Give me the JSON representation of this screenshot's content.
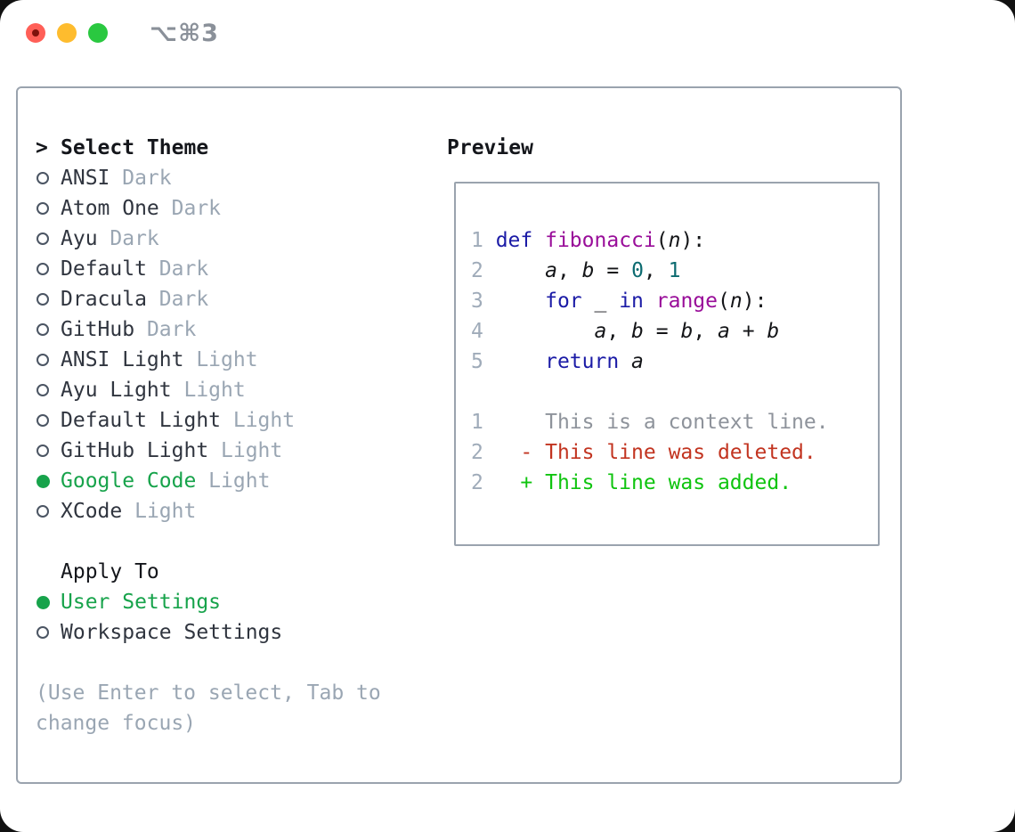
{
  "window": {
    "title": "⌥⌘3",
    "traffic_lights": [
      "close",
      "minimize",
      "zoom"
    ]
  },
  "theme_selector": {
    "title": "Select Theme",
    "cursor": ">",
    "themes": [
      {
        "name": "ANSI",
        "variant": "Dark",
        "selected": false
      },
      {
        "name": "Atom One",
        "variant": "Dark",
        "selected": false
      },
      {
        "name": "Ayu",
        "variant": "Dark",
        "selected": false
      },
      {
        "name": "Default",
        "variant": "Dark",
        "selected": false
      },
      {
        "name": "Dracula",
        "variant": "Dark",
        "selected": false
      },
      {
        "name": "GitHub",
        "variant": "Dark",
        "selected": false
      },
      {
        "name": "ANSI Light",
        "variant": "Light",
        "selected": false
      },
      {
        "name": "Ayu Light",
        "variant": "Light",
        "selected": false
      },
      {
        "name": "Default Light",
        "variant": "Light",
        "selected": false
      },
      {
        "name": "GitHub Light",
        "variant": "Light",
        "selected": false
      },
      {
        "name": "Google Code",
        "variant": "Light",
        "selected": true
      },
      {
        "name": "XCode",
        "variant": "Light",
        "selected": false
      }
    ],
    "apply_to": {
      "title": "Apply To",
      "options": [
        {
          "label": "User Settings",
          "selected": true
        },
        {
          "label": "Workspace Settings",
          "selected": false
        }
      ]
    },
    "hint": "(Use Enter to select, Tab to change focus)"
  },
  "preview": {
    "title": "Preview",
    "code_lines": [
      {
        "num": "1",
        "tokens": [
          {
            "t": "kw",
            "s": "def"
          },
          {
            "t": "plain",
            "s": " "
          },
          {
            "t": "fn",
            "s": "fibonacci"
          },
          {
            "t": "plain",
            "s": "("
          },
          {
            "t": "var",
            "s": "n"
          },
          {
            "t": "plain",
            "s": "):"
          }
        ]
      },
      {
        "num": "2",
        "tokens": [
          {
            "t": "plain",
            "s": "    "
          },
          {
            "t": "var",
            "s": "a"
          },
          {
            "t": "plain",
            "s": ", "
          },
          {
            "t": "var",
            "s": "b"
          },
          {
            "t": "plain",
            "s": " = "
          },
          {
            "t": "num",
            "s": "0"
          },
          {
            "t": "plain",
            "s": ", "
          },
          {
            "t": "num",
            "s": "1"
          }
        ]
      },
      {
        "num": "3",
        "tokens": [
          {
            "t": "plain",
            "s": "    "
          },
          {
            "t": "kw",
            "s": "for"
          },
          {
            "t": "plain",
            "s": " _ "
          },
          {
            "t": "kw",
            "s": "in"
          },
          {
            "t": "plain",
            "s": " "
          },
          {
            "t": "fn",
            "s": "range"
          },
          {
            "t": "plain",
            "s": "("
          },
          {
            "t": "var",
            "s": "n"
          },
          {
            "t": "plain",
            "s": "):"
          }
        ]
      },
      {
        "num": "4",
        "tokens": [
          {
            "t": "plain",
            "s": "        "
          },
          {
            "t": "var",
            "s": "a"
          },
          {
            "t": "plain",
            "s": ", "
          },
          {
            "t": "var",
            "s": "b"
          },
          {
            "t": "plain",
            "s": " = "
          },
          {
            "t": "var",
            "s": "b"
          },
          {
            "t": "plain",
            "s": ", "
          },
          {
            "t": "var",
            "s": "a"
          },
          {
            "t": "plain",
            "s": " + "
          },
          {
            "t": "var",
            "s": "b"
          }
        ]
      },
      {
        "num": "5",
        "tokens": [
          {
            "t": "plain",
            "s": "    "
          },
          {
            "t": "kw",
            "s": "return"
          },
          {
            "t": "plain",
            "s": " "
          },
          {
            "t": "var",
            "s": "a"
          }
        ]
      }
    ],
    "diff_lines": [
      {
        "num": "1",
        "marker": " ",
        "kind": "context",
        "text": "This is a context line."
      },
      {
        "num": "2",
        "marker": "-",
        "kind": "deleted",
        "text": "This line was deleted."
      },
      {
        "num": "2",
        "marker": "+",
        "kind": "added",
        "text": "This line was added."
      }
    ]
  },
  "colors": {
    "accent_green": "#17a34b",
    "diff_added_green": "#0fc40f",
    "diff_deleted_red": "#c23420",
    "context_gray": "#8e939b",
    "keyword_blue": "#1b1ba6",
    "function_magenta": "#990d99",
    "number_teal": "#0c6b70",
    "muted_gray": "#9aa6b3",
    "panel_border": "#9aa3ae",
    "traffic_red": "#ff5f57",
    "traffic_yellow": "#febc2e",
    "traffic_green": "#2ac840"
  }
}
